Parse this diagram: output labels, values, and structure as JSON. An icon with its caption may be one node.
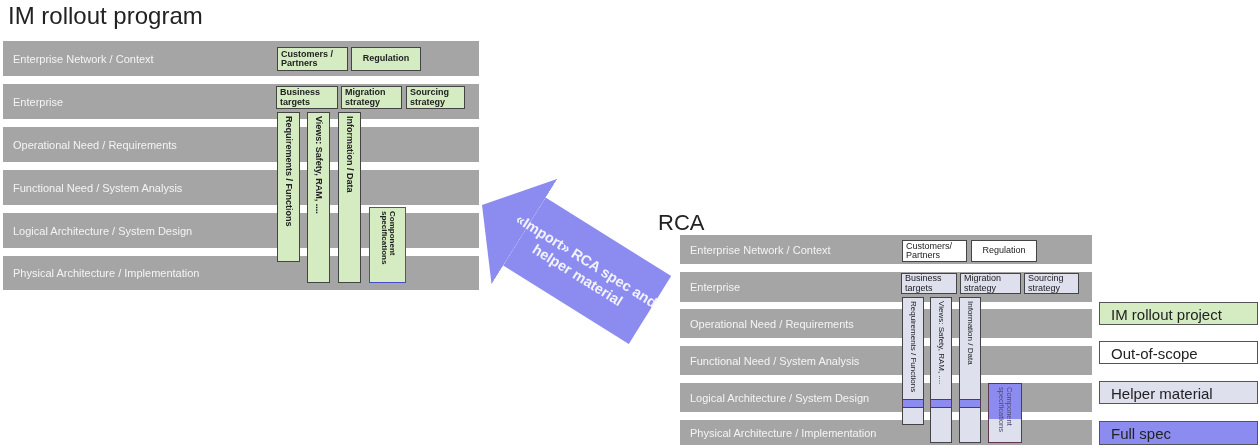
{
  "diagram": {
    "nodes": [
      {
        "text": [
          "IM rollout program"
        ]
      },
      {
        "text": [
          "Enterprise Network / Context"
        ],
        "in": 0
      },
      {
        "text": [
          "Enterprise"
        ],
        "in": 0
      },
      {
        "text": [
          "Operational Need / Requirements"
        ],
        "in": 0
      },
      {
        "text": [
          "Functional Need / System Analysis"
        ],
        "in": 0
      },
      {
        "text": [
          "Logical Architecture / System Design"
        ],
        "in": 0
      },
      {
        "text": [
          "Physical Architecture / Implementation"
        ],
        "in": 0
      },
      {
        "text": [
          "Customers / Partners"
        ],
        "in": 1
      },
      {
        "text": [
          "Regulation"
        ],
        "in": 1
      },
      {
        "text": [
          "Business targets"
        ],
        "in": 2
      },
      {
        "text": [
          "Migration strategy"
        ],
        "in": 2
      },
      {
        "text": [
          "Sourcing strategy"
        ],
        "in": 2
      },
      {
        "text": [
          "Requirements / Functions"
        ],
        "in": 0
      },
      {
        "text": [
          "Views: Safety, RAM, ...."
        ],
        "in": 0
      },
      {
        "text": [
          "Information / Data"
        ],
        "in": 0
      },
      {
        "text": [
          "Component specifications"
        ],
        "in": 0
      },
      {
        "text": [
          "RCA"
        ]
      },
      {
        "text": [
          "Enterprise Network / Context"
        ],
        "in": 16
      },
      {
        "text": [
          "Enterprise"
        ],
        "in": 16
      },
      {
        "text": [
          "Operational Need / Requirements"
        ],
        "in": 16
      },
      {
        "text": [
          "Functional Need / System Analysis"
        ],
        "in": 16
      },
      {
        "text": [
          "Logical Architecture / System Design"
        ],
        "in": 16
      },
      {
        "text": [
          "Physical Architecture / Implementation"
        ],
        "in": 16
      },
      {
        "text": [
          "Customers/ Partners"
        ],
        "in": 17
      },
      {
        "text": [
          "Regulation"
        ],
        "in": 17
      },
      {
        "text": [
          "Business targets"
        ],
        "in": 18
      },
      {
        "text": [
          "Migration strategy"
        ],
        "in": 18
      },
      {
        "text": [
          "Sourcing strategy"
        ],
        "in": 18
      },
      {
        "text": [
          "Requirements / Functions"
        ],
        "in": 16
      },
      {
        "text": [
          "Views: Safety, RAM, ...."
        ],
        "in": 16
      },
      {
        "text": [
          "Information / Data"
        ],
        "in": 16
      },
      {
        "text": [
          "Component specifications"
        ],
        "in": 16
      }
    ],
    "edges": [
      {
        "from": 16,
        "to": 0,
        "arrow": "to",
        "label": "«Import» RCA spec and helper material"
      }
    ],
    "legend": [
      {
        "text": "IM rollout project",
        "color": "#d5ecc2"
      },
      {
        "text": "Out-of-scope",
        "color": "#ffffff"
      },
      {
        "text": "Helper material",
        "color": "#dee0ee"
      },
      {
        "text": "Full spec",
        "color": "#8c8cf0"
      }
    ]
  }
}
